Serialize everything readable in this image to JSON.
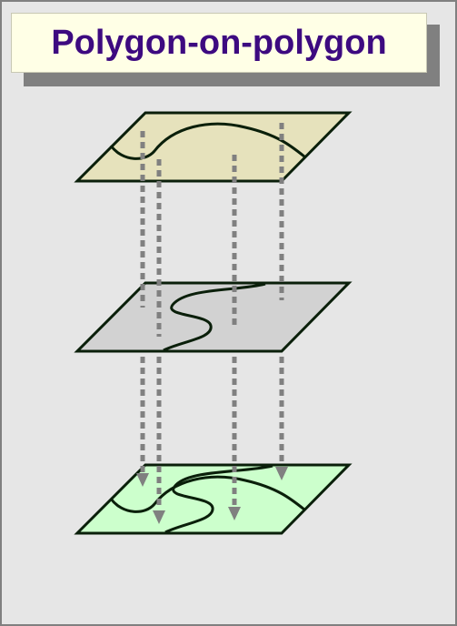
{
  "title": "Polygon-on-polygon",
  "colors": {
    "frame_border": "#808080",
    "background": "#e6e6e6",
    "title_fill": "#ffffe6",
    "title_text": "#3d0a80",
    "title_shadow": "#808080",
    "layer_top_fill": "#e6e2bc",
    "layer_middle_fill": "#d2d2d2",
    "layer_bottom_fill": "#ccffcc",
    "outline": "#0a1f0a",
    "arrow": "#808080"
  },
  "layers": [
    {
      "id": "input-layer-top",
      "fill_key": "layer_top_fill"
    },
    {
      "id": "overlay-layer-middle",
      "fill_key": "layer_middle_fill"
    },
    {
      "id": "output-layer-bottom",
      "fill_key": "layer_bottom_fill"
    }
  ],
  "arrow_count": 4
}
